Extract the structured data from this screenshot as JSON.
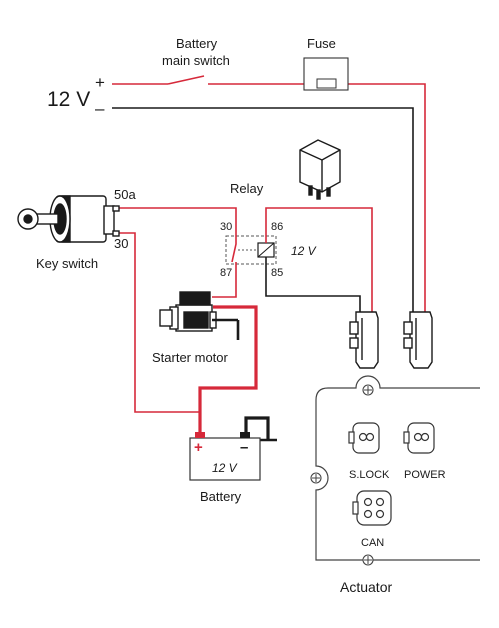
{
  "supply": {
    "voltage_label": "12 V",
    "plus": "+",
    "minus": "–",
    "main_switch_line1": "Battery",
    "main_switch_line2": "main switch",
    "fuse_label": "Fuse"
  },
  "relay": {
    "label": "Relay",
    "pin_30": "30",
    "pin_87": "87",
    "pin_86": "86",
    "pin_85": "85",
    "coil_voltage": "12 V"
  },
  "key_switch": {
    "label": "Key switch",
    "terminal_50a": "50a",
    "terminal_30": "30"
  },
  "starter": {
    "label": "Starter motor"
  },
  "battery": {
    "label": "Battery",
    "voltage": "12 V",
    "plus": "+",
    "minus": "–"
  },
  "actuator": {
    "label": "Actuator",
    "connectors": [
      "S.LOCK",
      "POWER",
      "CAN"
    ]
  },
  "colors": {
    "wire_red": "#d6293a",
    "wire_black": "#1a1a1a",
    "outline": "#333333"
  }
}
